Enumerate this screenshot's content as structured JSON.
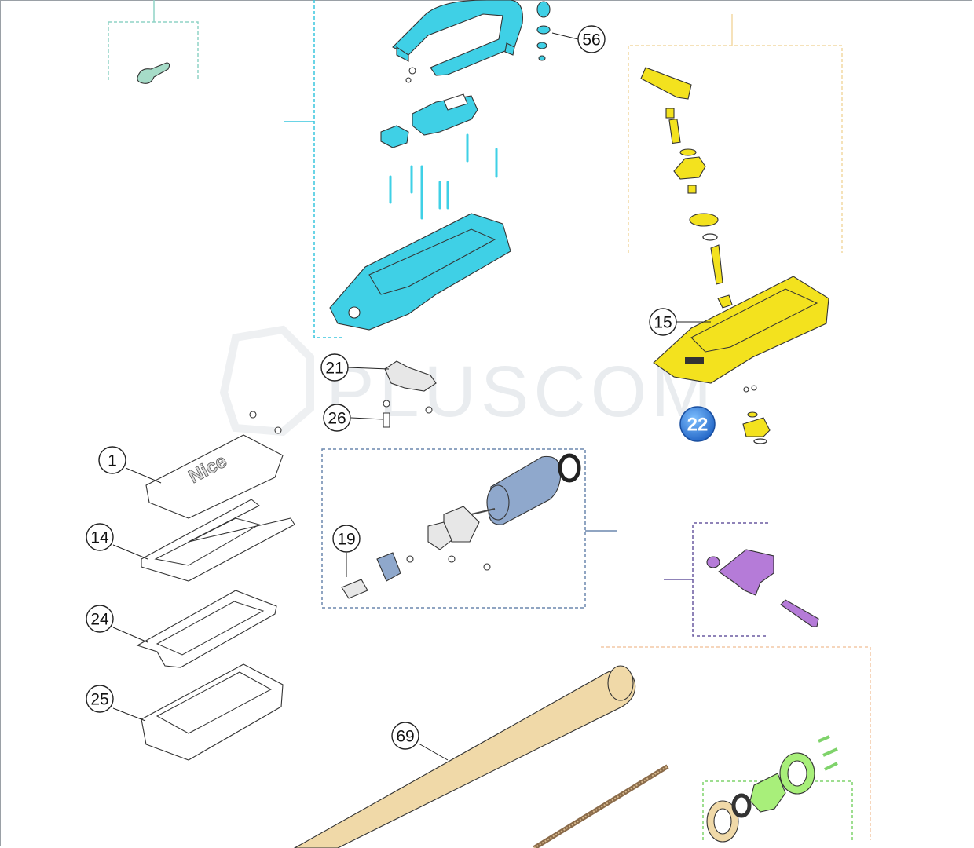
{
  "watermark": "PLUSCOM",
  "cover_logo": "Nice",
  "callouts": [
    {
      "id": "56",
      "label": "56"
    },
    {
      "id": "15",
      "label": "15"
    },
    {
      "id": "21",
      "label": "21"
    },
    {
      "id": "26",
      "label": "26"
    },
    {
      "id": "22",
      "label": "22",
      "highlighted": true
    },
    {
      "id": "1",
      "label": "1"
    },
    {
      "id": "14",
      "label": "14"
    },
    {
      "id": "19",
      "label": "19"
    },
    {
      "id": "24",
      "label": "24"
    },
    {
      "id": "25",
      "label": "25"
    },
    {
      "id": "69",
      "label": "69"
    }
  ],
  "colors": {
    "cyan_group": "#3fd0e6",
    "yellow_group": "#f3e21e",
    "tan_tube": "#f0d9a8",
    "motor_blue": "#8fa8cc",
    "bracket_purple": "#b57bd8",
    "nut_green": "#a8ef7a",
    "highlight_badge": "#2f7fd8"
  }
}
